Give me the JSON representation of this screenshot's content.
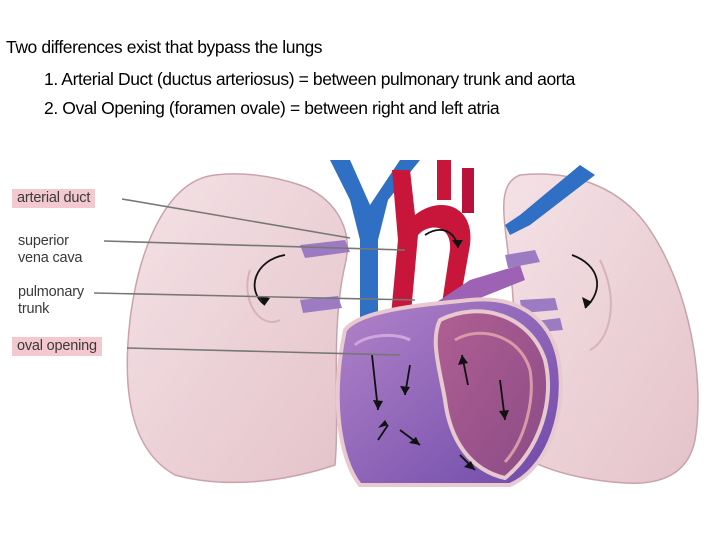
{
  "slide": {
    "heading": "Two  differences exist that bypass the lungs",
    "points": [
      "1. Arterial Duct (ductus arteriosus) = between pulmonary trunk and aorta",
      "2. Oval Opening (foramen ovale) = between right and left atria"
    ]
  },
  "figure": {
    "labels": {
      "arterial_duct": "arterial duct",
      "svc_line1": "superior",
      "svc_line2": "vena cava",
      "pulm_line1": "pulmonary",
      "pulm_line2": "trunk",
      "oval_opening": "oval opening"
    },
    "colors": {
      "lung": "#eed6db",
      "vein_blue": "#2f6fc4",
      "aorta_red": "#c8163a",
      "pulmonary_purple": "#9d62b4",
      "label_highlight": "#f3c9cf"
    }
  }
}
